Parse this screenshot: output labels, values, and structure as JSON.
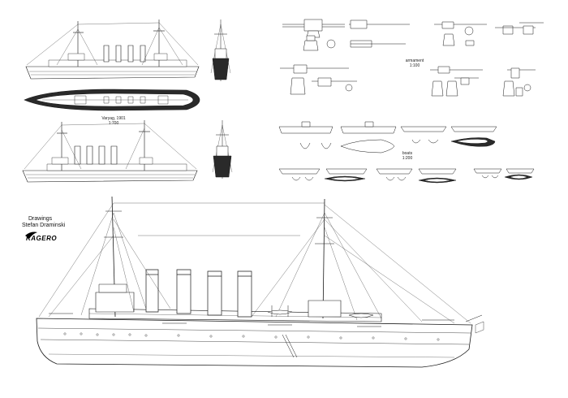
{
  "captions": {
    "small_views": "Varyag, 1901",
    "small_views_scale": "1:700",
    "armament": "armament",
    "armament_scale": "1:100",
    "boats": "boats",
    "boats_scale": "1:200"
  },
  "credits": {
    "line1": "Drawings",
    "line2": "Stefan Draminski",
    "publisher": "KAGERO"
  },
  "colors": {
    "line": "#1a1a1a",
    "hull_fill_dark": "#2a2a2a",
    "paper": "#ffffff"
  }
}
